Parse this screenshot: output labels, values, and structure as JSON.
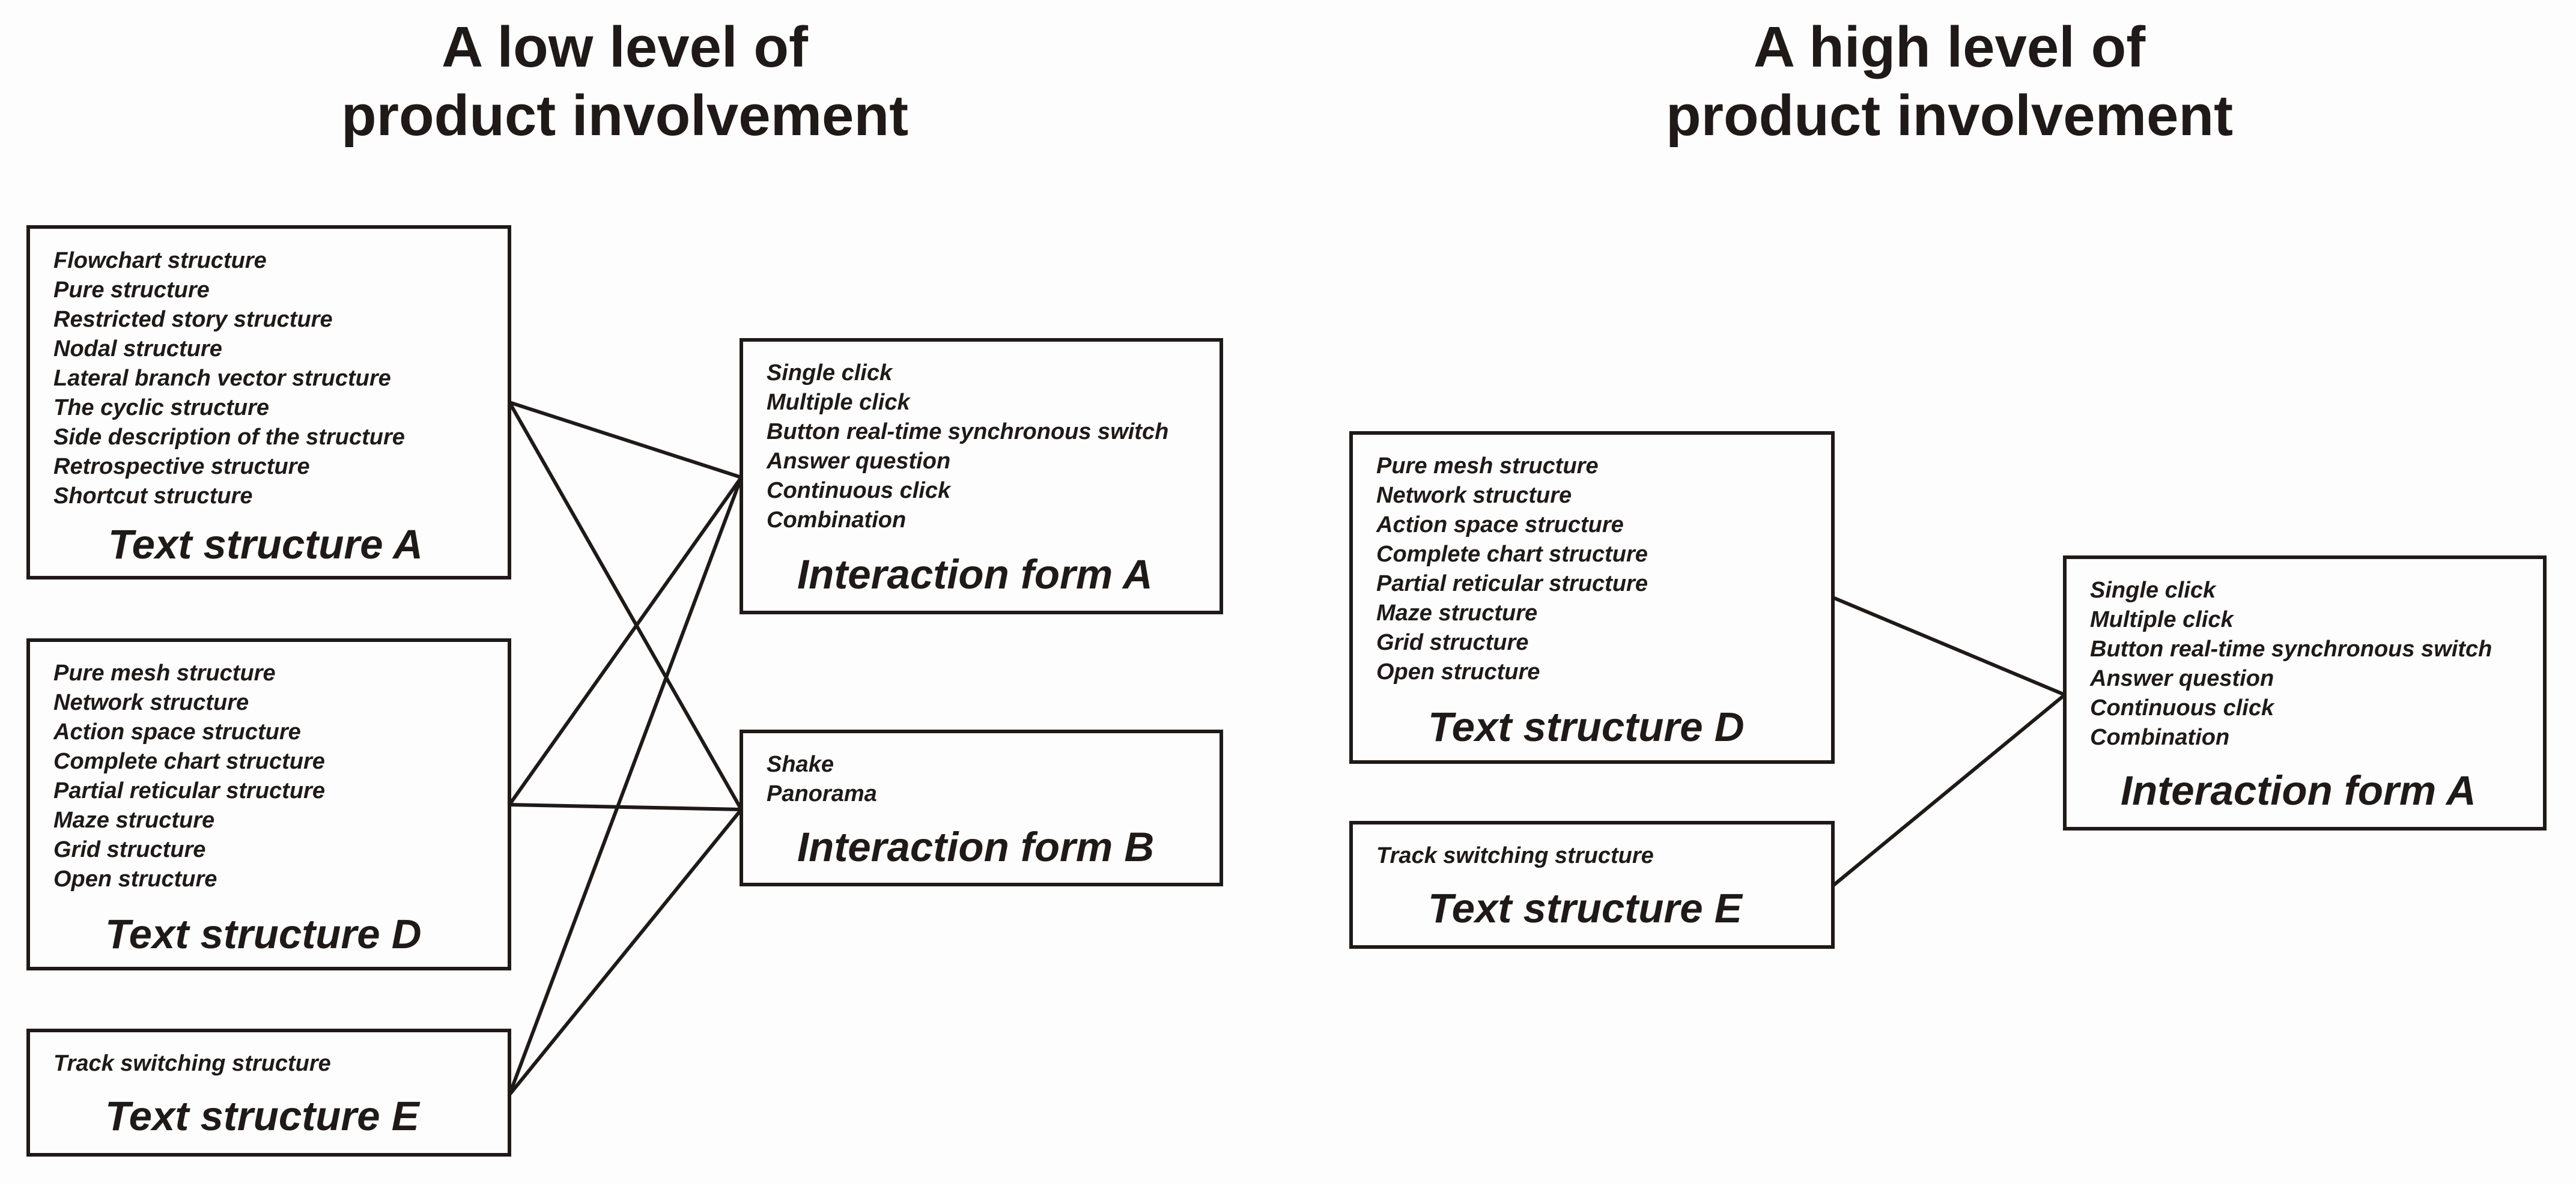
{
  "left_title": {
    "line1": "A low level of",
    "line2": "product involvement"
  },
  "right_title": {
    "line1": "A high level of",
    "line2": "product involvement"
  },
  "text_structure_a": {
    "label": "Text structure A",
    "items": [
      "Flowchart structure",
      "Pure structure",
      "Restricted story structure",
      "Nodal structure",
      "Lateral branch vector structure",
      "The cyclic structure",
      "Side description of the structure",
      "Retrospective structure",
      "Shortcut structure"
    ]
  },
  "text_structure_d": {
    "label": "Text structure D",
    "items": [
      "Pure mesh structure",
      "Network structure",
      "Action space structure",
      "Complete chart structure",
      "Partial reticular structure",
      "Maze structure",
      "Grid  structure",
      "Open structure"
    ]
  },
  "text_structure_e": {
    "label": "Text structure E",
    "items": [
      "Track switching structure"
    ]
  },
  "interaction_form_a": {
    "label": "Interaction form A",
    "items": [
      "Single click",
      "Multiple click",
      "Button real-time synchronous switch",
      "Answer question",
      "Continuous click",
      "Combination"
    ]
  },
  "interaction_form_b": {
    "label": "Interaction form B",
    "items": [
      "Shake",
      "Panorama"
    ]
  }
}
